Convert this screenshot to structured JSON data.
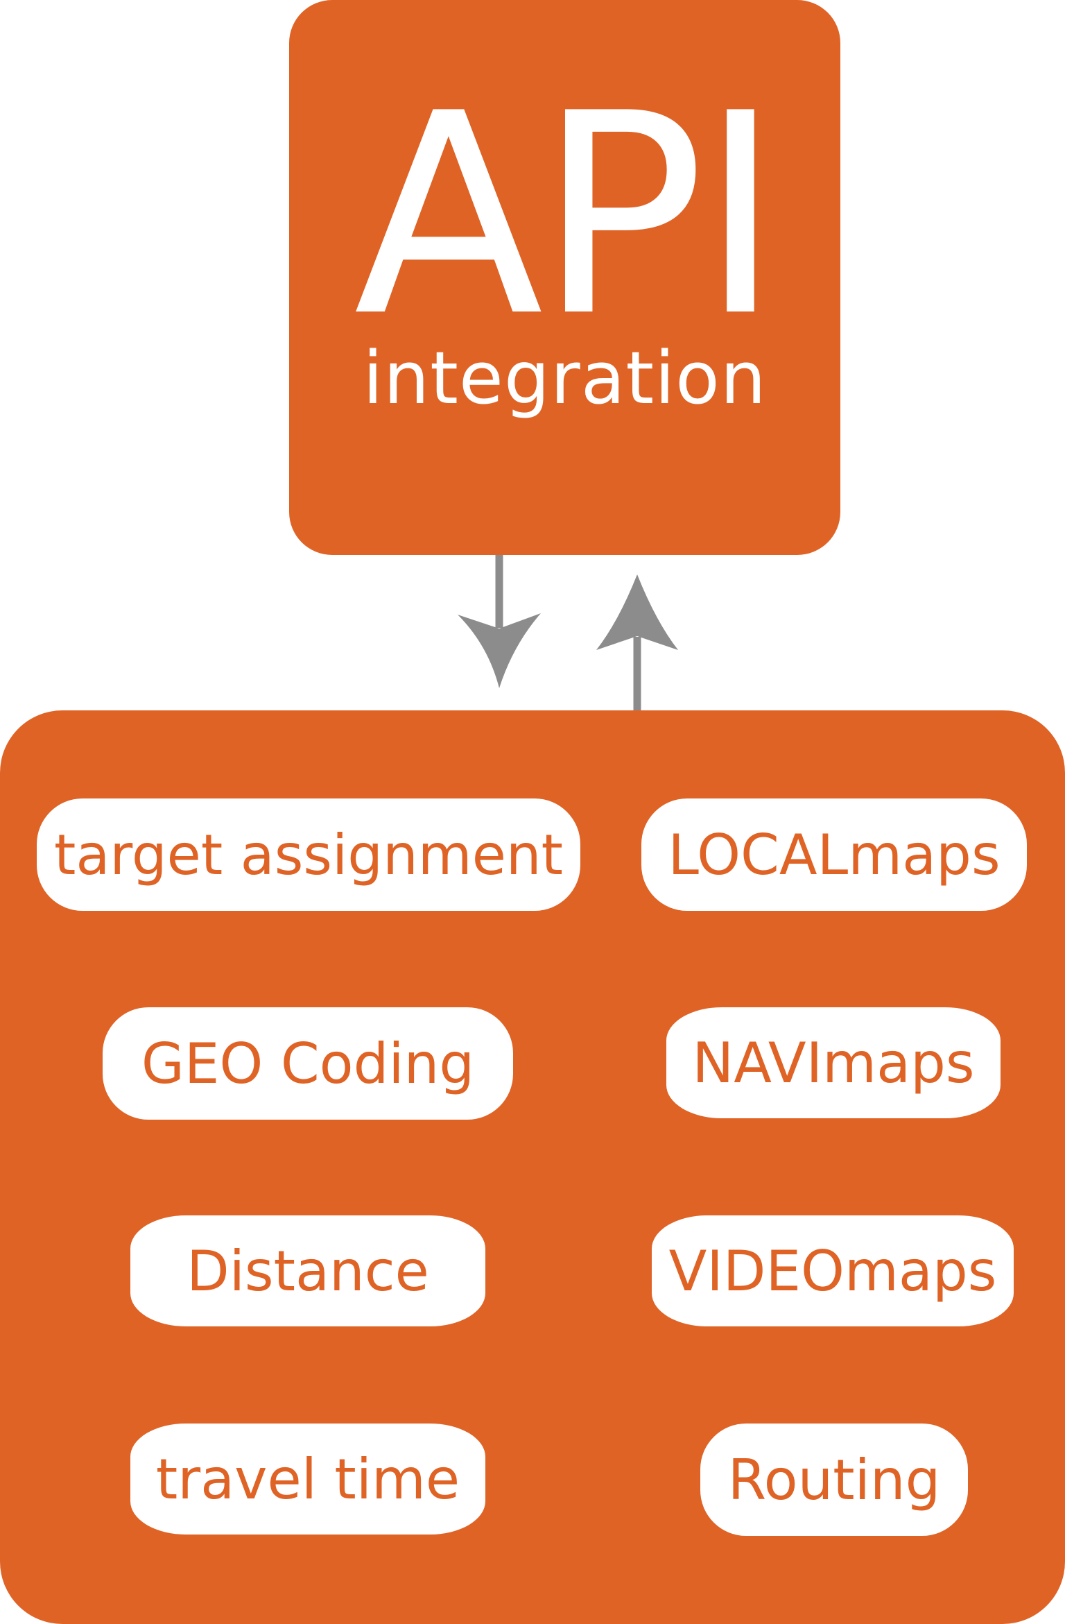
{
  "colors": {
    "brand_orange": "#E06326",
    "arrow_gray": "#8C8C8C",
    "pill_bg": "#FFFFFF"
  },
  "api": {
    "title": "API",
    "subtitle": "integration"
  },
  "services": {
    "left": [
      {
        "label": "target assignment"
      },
      {
        "label": "GEO Coding"
      },
      {
        "label": "Distance"
      },
      {
        "label": "travel time"
      }
    ],
    "right": [
      {
        "label": "LOCALmaps"
      },
      {
        "label": "NAVImaps"
      },
      {
        "label": "VIDEOmaps"
      },
      {
        "label": "Routing"
      }
    ]
  },
  "icons": {
    "request_arrow": "arrow-down-icon",
    "response_arrow": "arrow-up-icon"
  }
}
